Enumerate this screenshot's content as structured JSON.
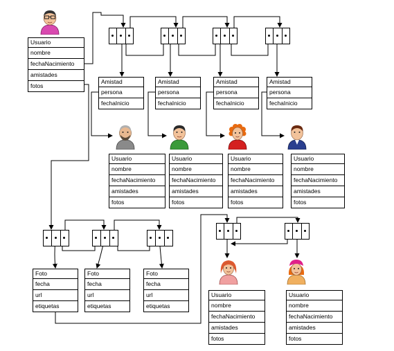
{
  "top_user": {
    "header": "Usuario",
    "fields": [
      "nombre",
      "fechaNacimiento",
      "amistades",
      "fotos"
    ]
  },
  "amistad_records": [
    {
      "header": "Amistad",
      "fields": [
        "persona",
        "fechaInicio"
      ]
    },
    {
      "header": "Amistad",
      "fields": [
        "persona",
        "fechaInicio"
      ]
    },
    {
      "header": "Amistad",
      "fields": [
        "persona",
        "fechaInicio"
      ]
    },
    {
      "header": "Amistad",
      "fields": [
        "persona",
        "fechaInicio"
      ]
    }
  ],
  "friend_users": [
    {
      "header": "Usuario",
      "fields": [
        "nombre",
        "fechaNacimiento",
        "amistades",
        "fotos"
      ],
      "avatar": "grey-bearded-man-avatar-icon"
    },
    {
      "header": "Usuario",
      "fields": [
        "nombre",
        "fechaNacimiento",
        "amistades",
        "fotos"
      ],
      "avatar": "green-shirt-man-avatar-icon"
    },
    {
      "header": "Usuario",
      "fields": [
        "nombre",
        "fechaNacimiento",
        "amistades",
        "fotos"
      ],
      "avatar": "curly-orange-hair-woman-avatar-icon"
    },
    {
      "header": "Usuario",
      "fields": [
        "nombre",
        "fechaNacimiento",
        "amistades",
        "fotos"
      ],
      "avatar": "blue-suit-man-avatar-icon"
    }
  ],
  "foto_records": [
    {
      "header": "Foto",
      "fields": [
        "fecha",
        "url",
        "etiquetas"
      ]
    },
    {
      "header": "Foto",
      "fields": [
        "fecha",
        "url",
        "etiquetas"
      ]
    },
    {
      "header": "Foto",
      "fields": [
        "fecha",
        "url",
        "etiquetas"
      ]
    }
  ],
  "tag_users": [
    {
      "header": "Usuario",
      "fields": [
        "nombre",
        "fechaNacimiento",
        "amistades",
        "fotos"
      ],
      "avatar": "red-hair-woman-avatar-icon"
    },
    {
      "header": "Usuario",
      "fields": [
        "nombre",
        "fechaNacimiento",
        "amistades",
        "fotos"
      ],
      "avatar": "pink-hat-woman-avatar-icon"
    }
  ],
  "colors": {
    "line": "#000000",
    "box_fill": "#ffffff",
    "skin": "#f2c29a",
    "pink_shirt": "#d94ab0",
    "green_shirt": "#3a9a3a",
    "red_shirt": "#d42020",
    "blue_shirt": "#2a3f8f",
    "grey_shirt": "#8a8a8a",
    "orange_hair": "#e86a10",
    "red_hair": "#e05a30",
    "magenta_hat": "#e0208a"
  }
}
